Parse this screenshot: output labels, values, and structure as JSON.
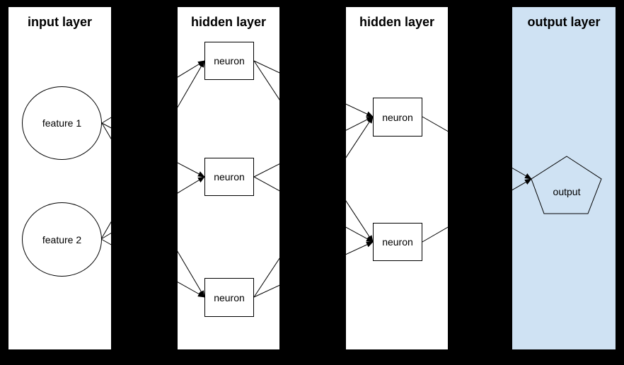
{
  "canvas": {
    "background": "#000000"
  },
  "layers": [
    {
      "id": "input",
      "title": "input layer",
      "fill": "#ffffff"
    },
    {
      "id": "hidden1",
      "title": "hidden layer",
      "fill": "#ffffff"
    },
    {
      "id": "hidden2",
      "title": "hidden layer",
      "fill": "#ffffff"
    },
    {
      "id": "output",
      "title": "output layer",
      "fill": "#cfe2f3"
    }
  ],
  "nodes": [
    {
      "id": "f1",
      "label": "feature 1",
      "shape": "circle",
      "layer": "input"
    },
    {
      "id": "f2",
      "label": "feature 2",
      "shape": "circle",
      "layer": "input"
    },
    {
      "id": "n1",
      "label": "neuron",
      "shape": "rect",
      "layer": "hidden1"
    },
    {
      "id": "n2",
      "label": "neuron",
      "shape": "rect",
      "layer": "hidden1"
    },
    {
      "id": "n3",
      "label": "neuron",
      "shape": "rect",
      "layer": "hidden1"
    },
    {
      "id": "m1",
      "label": "neuron",
      "shape": "rect",
      "layer": "hidden2"
    },
    {
      "id": "m2",
      "label": "neuron",
      "shape": "rect",
      "layer": "hidden2"
    },
    {
      "id": "out",
      "label": "output",
      "shape": "pentagon",
      "layer": "output"
    }
  ],
  "edges": [
    [
      "f1",
      "n1"
    ],
    [
      "f1",
      "n2"
    ],
    [
      "f1",
      "n3"
    ],
    [
      "f2",
      "n1"
    ],
    [
      "f2",
      "n2"
    ],
    [
      "f2",
      "n3"
    ],
    [
      "n1",
      "m1"
    ],
    [
      "n1",
      "m2"
    ],
    [
      "n2",
      "m1"
    ],
    [
      "n2",
      "m2"
    ],
    [
      "n3",
      "m1"
    ],
    [
      "n3",
      "m2"
    ],
    [
      "m1",
      "out"
    ],
    [
      "m2",
      "out"
    ]
  ],
  "colors": {
    "background": "#000000",
    "panel_white": "#ffffff",
    "panel_blue": "#cfe2f3",
    "line": "#000000",
    "node_border": "#000000",
    "text": "#000000"
  }
}
